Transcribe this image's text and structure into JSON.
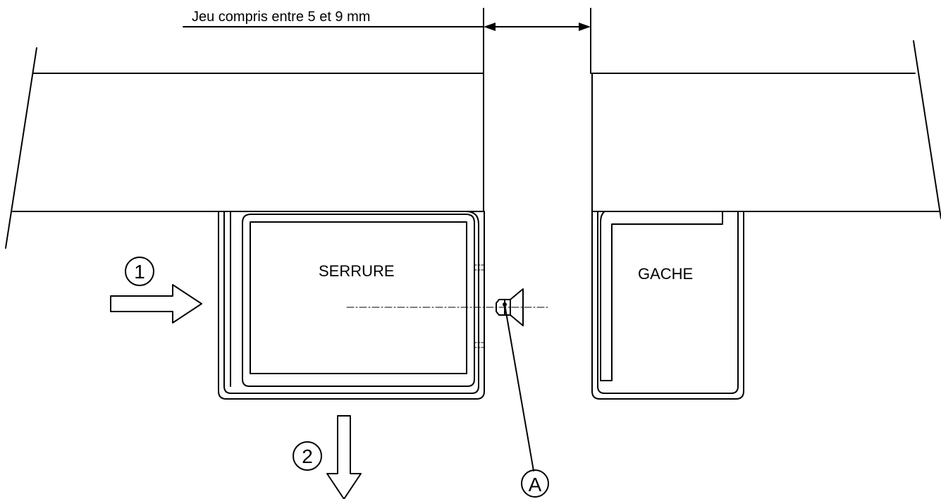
{
  "dimension": {
    "label": "Jeu compris entre 5 et 9 mm"
  },
  "lock": {
    "label": "SERRURE"
  },
  "strike": {
    "label": "GACHE"
  },
  "callouts": {
    "step1": "1",
    "step2": "2",
    "part_a": "A"
  }
}
